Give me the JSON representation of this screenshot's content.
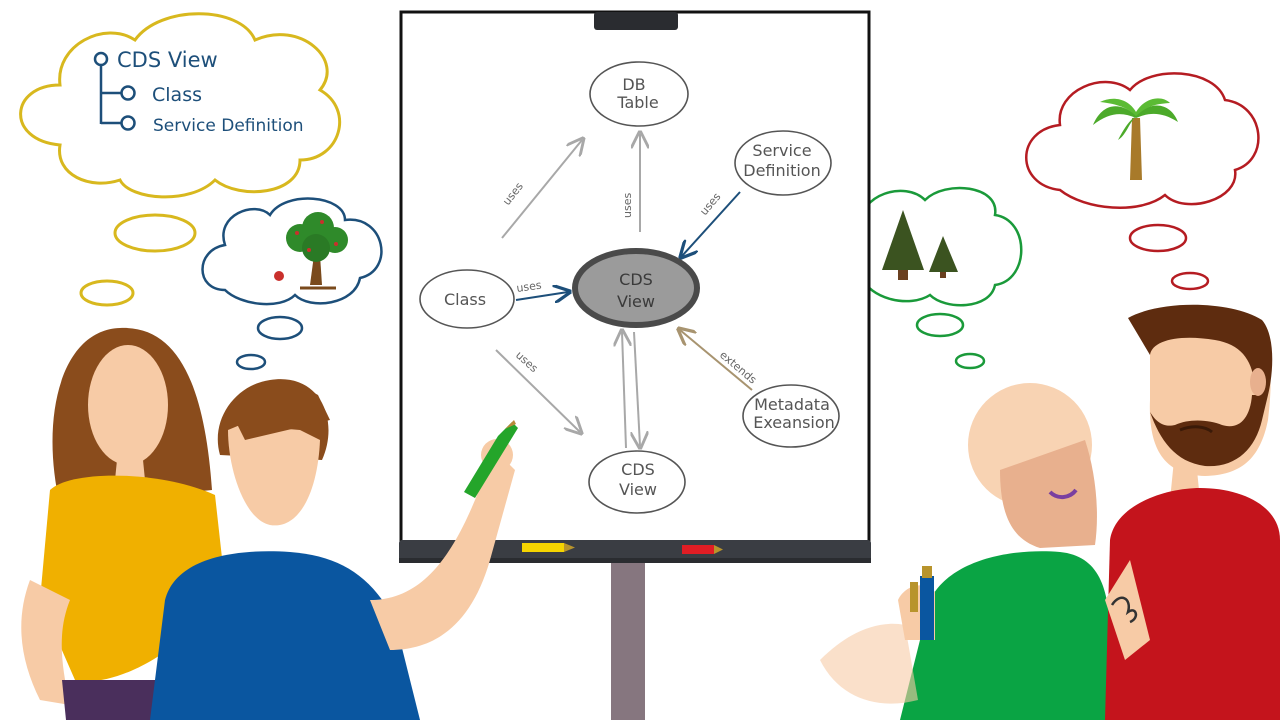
{
  "tree_bubble": {
    "root": "CDS View",
    "children": [
      "Class",
      "Service Definition"
    ]
  },
  "diagram": {
    "nodes": {
      "db_table": [
        "DB",
        "Table"
      ],
      "service_definition": [
        "Service",
        "Definition"
      ],
      "class": [
        "Class"
      ],
      "cds_view_center": [
        "CDS",
        "View"
      ],
      "cds_view_bottom": [
        "CDS",
        "View"
      ],
      "metadata_extension": [
        "Metadata",
        "Exeansion"
      ]
    },
    "edges": {
      "class_to_db": "uses",
      "center_to_db": "uses",
      "service_to_center": "uses",
      "class_to_center": "uses",
      "class_to_bottom": "uses",
      "metadata_to_center": "extends"
    }
  },
  "colors": {
    "yellow_cloud": "#d8b81e",
    "blue_cloud": "#1d4f7a",
    "green_cloud": "#1a9a3a",
    "red_cloud": "#b51c22",
    "center_node": "#9b9b9b",
    "arrow_blue": "#1d4f7a",
    "arrow_brown": "#a89470",
    "board_tray": "#3a3d43",
    "stand": "#86767f",
    "woman_shirt": "#f0b000",
    "man_shirt": "#0a56a0",
    "bald_shirt": "#0aa444",
    "beard_shirt": "#c4141c"
  },
  "icons": [
    "apple-tree-icon",
    "pine-trees-icon",
    "palm-tree-icon",
    "green-marker-icon",
    "yellow-marker-icon",
    "red-marker-icon"
  ]
}
